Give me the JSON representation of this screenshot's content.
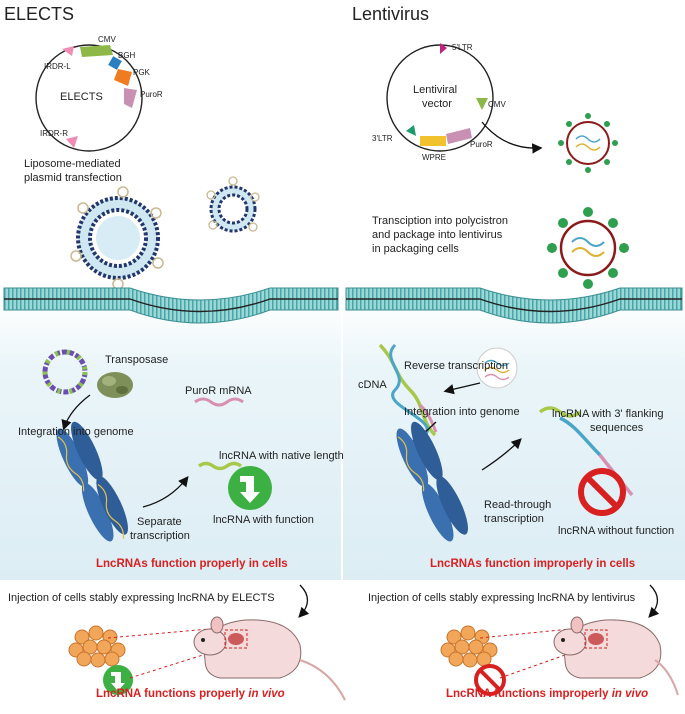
{
  "left": {
    "title": "ELECTS",
    "plasmid": {
      "center_label": "ELECTS",
      "parts": [
        "CMV",
        "BGH",
        "PGK",
        "PuroR",
        "IRDR-L",
        "IRDR-R"
      ]
    },
    "transfection": [
      "Liposome-mediated",
      "plasmid transfection"
    ],
    "transposase": "Transposase",
    "puror_mrna": "PuroR mRNA",
    "integration": "Integration into genome",
    "native_length": "lncRNA with native length",
    "separate": [
      "Separate",
      "transcription"
    ],
    "with_function": "lncRNA with function",
    "result_cells": "LncRNAs function properly in cells",
    "injection": "Injection of cells stably expressing lncRNA by ELECTS",
    "result_vivo_prefix": "LncRNA functions properly ",
    "result_vivo_suffix": "in vivo"
  },
  "right": {
    "title": "Lentivirus",
    "vector": {
      "center_label": [
        "Lentiviral",
        "vector"
      ],
      "parts": [
        "5'LTR",
        "CMV",
        "PuroR",
        "WPRE",
        "3'LTR"
      ]
    },
    "polycistron": [
      "Transciption into polycistron",
      "and package into lentivirus",
      "in packaging cells"
    ],
    "reverse": "Reverse transcription",
    "cdna": "cDNA",
    "integration": "Integration into genome",
    "flanking": [
      "lncRNA with 3' flanking",
      "sequences"
    ],
    "readthrough": [
      "Read-through",
      "transcription"
    ],
    "without_function": "lncRNA without function",
    "result_cells": "LncRNAs function improperly in cells",
    "injection": "Injection of cells stably expressing lncRNA by lentivirus",
    "result_vivo_prefix": "LncRNA functions improperly ",
    "result_vivo_suffix": "in vivo"
  },
  "colors": {
    "accent_red": "#d92020",
    "membrane": "#7fcfcf",
    "cell_band": "#e4f3f7",
    "function_green": "#3cb043",
    "virus_green": "#2e9e4f",
    "virus_shell": "#8b1a1a"
  }
}
